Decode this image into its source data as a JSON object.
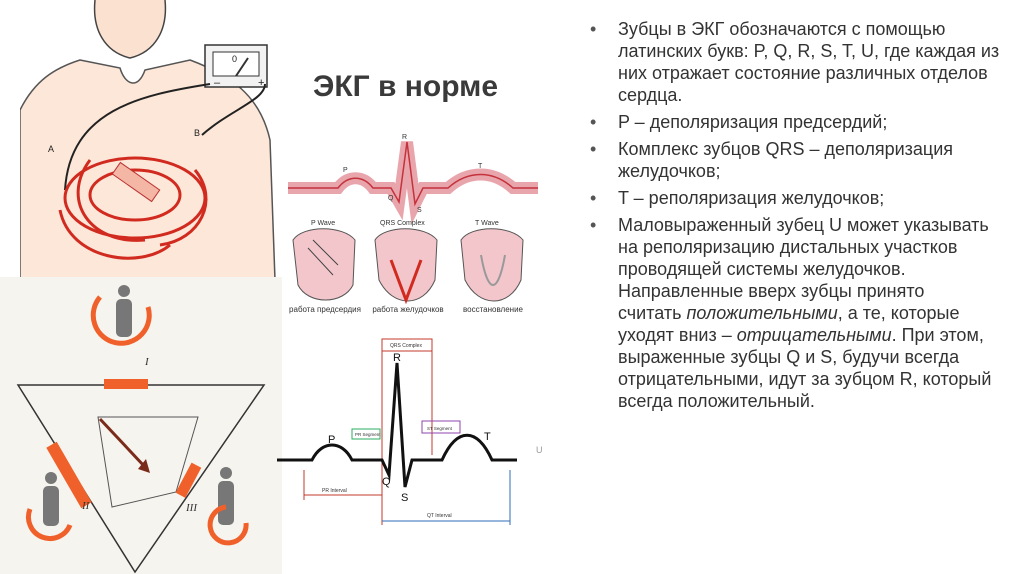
{
  "title": "ЭКГ в норме",
  "bullets": [
    "Зубцы в ЭКГ обозначаются с помощью латинских букв: P, Q, R, S, T, U, где каждая из них отражает состояние различных отделов сердца.",
    "P – деполяризация предсердий;",
    "Комплекс зубцов QRS – деполяризация желудочков;",
    "T – реполяризация желудочков;"
  ],
  "last_bullet": {
    "p1": "Маловыраженный зубец U может указывать на реполяризацию дистальных участков проводящей системы желудочков. Направленные вверх зубцы принято",
    "p2": "считать ",
    "p3": "положительными",
    "p4": ", а те, которые уходят вниз – ",
    "p5": "отрицательными",
    "p6": ". При этом, выраженные зубцы Q и S, будучи всегда отрицательными, идут за зубцом R, который всегда положительный."
  },
  "torso_figure": {
    "meter_zero": "0",
    "meter_minus": "–",
    "meter_plus": "+",
    "lead_a": "A",
    "lead_b": "B"
  },
  "heart_phases": {
    "top_labels": [
      "P",
      "R",
      "Q",
      "S",
      "T"
    ],
    "phase_titles": [
      "P Wave",
      "QRS Complex",
      "T Wave"
    ],
    "captions": [
      "работа предсердия",
      "работа желудочков",
      "восстановление"
    ]
  },
  "einthoven": {
    "lead_1": "I",
    "lead_2": "II",
    "lead_3": "III"
  },
  "ecg_diagram": {
    "waves": [
      "P",
      "Q",
      "R",
      "S",
      "T",
      "U"
    ],
    "qrs_label": "QRS Complex",
    "pr_segment": "PR Segment",
    "st_segment": "ST Segment",
    "pr_interval": "PR Interval",
    "qt_interval": "QT Interval"
  }
}
